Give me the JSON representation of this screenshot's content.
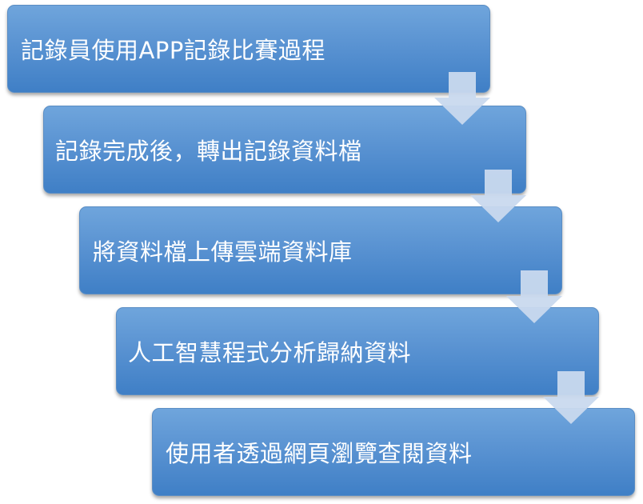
{
  "diagram": {
    "colors": {
      "box_fill_top": "#6fa5dc",
      "box_fill_bottom": "#3f7fc6",
      "arrow_fill": "#c9d9ee",
      "text": "#ffffff"
    },
    "arrow_icon": "down-arrow",
    "steps": [
      {
        "label": "記錄員使用APP記錄比賽過程"
      },
      {
        "label": "記錄完成後，轉出記錄資料檔"
      },
      {
        "label": "將資料檔上傳雲端資料庫"
      },
      {
        "label": "人工智慧程式分析歸納資料"
      },
      {
        "label": "使用者透過網頁瀏覽查閱資料"
      }
    ]
  }
}
